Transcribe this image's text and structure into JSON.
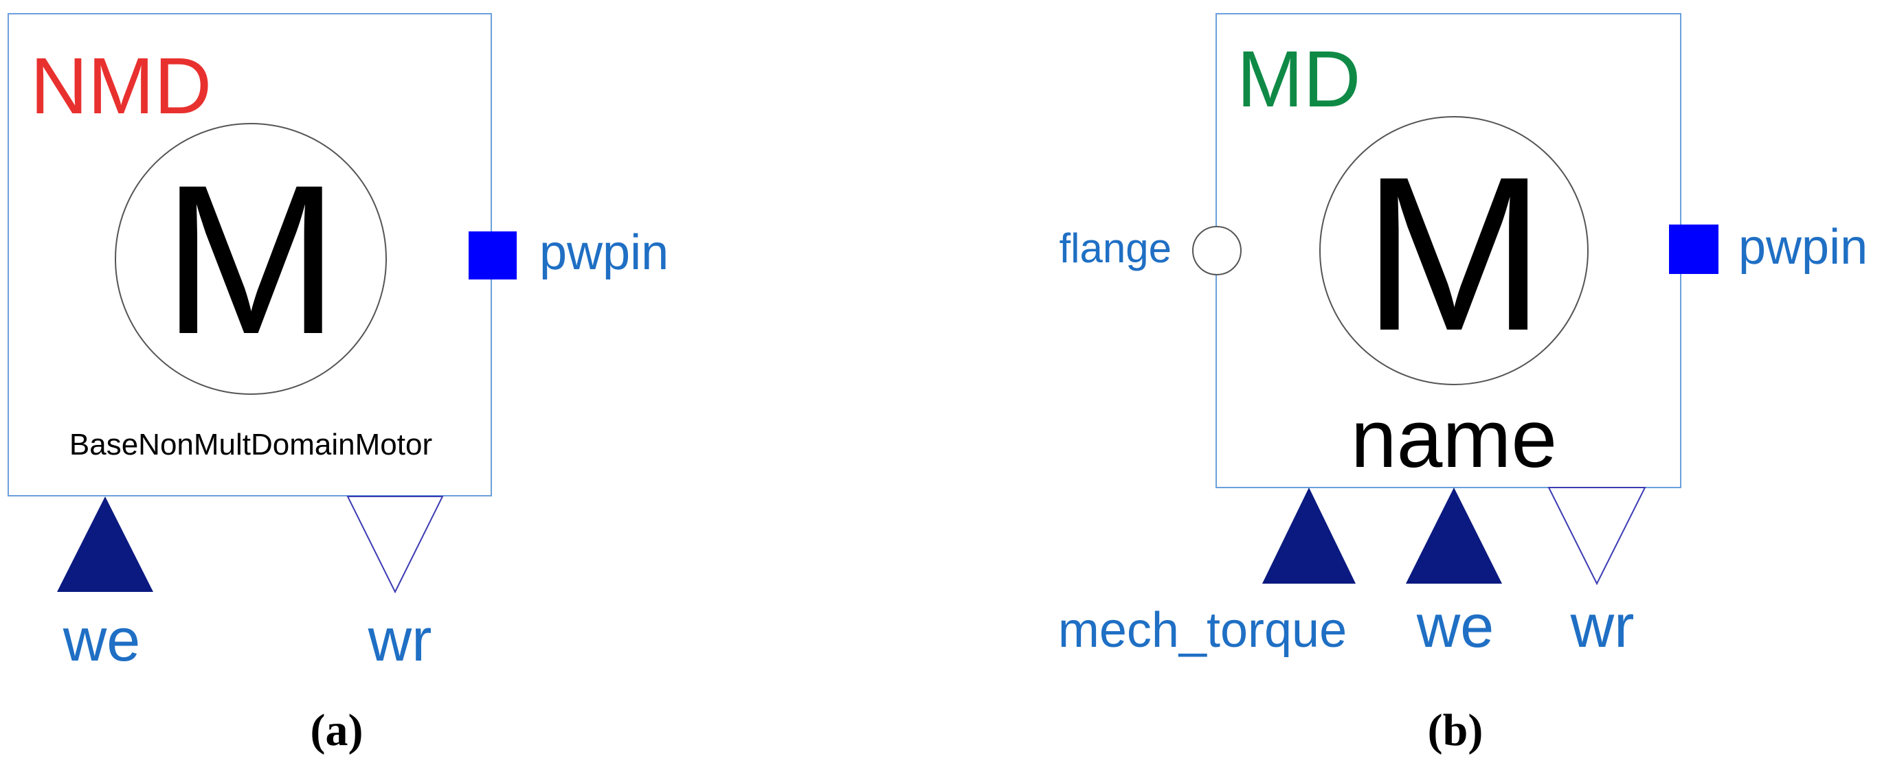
{
  "panel_a": {
    "tag": "NMD",
    "tag_color": "#e8312f",
    "symbol": "M",
    "block_name": "BaseNonMultDomainMotor",
    "port_right_label": "pwpin",
    "input_label": "we",
    "output_label": "wr",
    "caption": "(a)"
  },
  "panel_b": {
    "tag": "MD",
    "tag_color": "#0f8a46",
    "symbol": "M",
    "block_name": "name",
    "port_left_label": "flange",
    "port_right_label": "pwpin",
    "input1_label": "mech_torque",
    "input2_label": "we",
    "output_label": "wr",
    "caption": "(b)"
  },
  "colors": {
    "border": "#6aa0dc",
    "port_label": "#1f6fc4",
    "power_pin": "#0000ff",
    "input_triangle": "#0b1a80",
    "output_triangle": "#3c3cb4"
  }
}
